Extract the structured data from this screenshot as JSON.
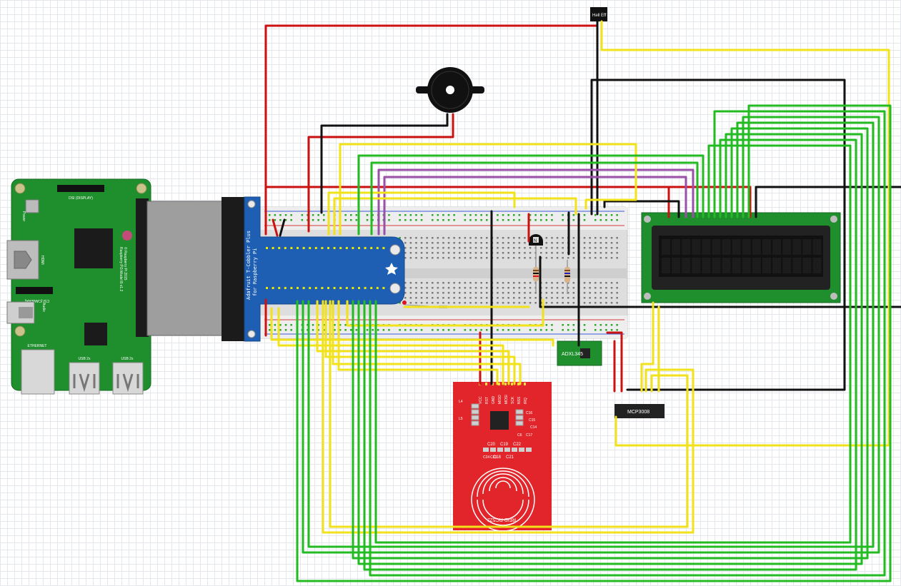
{
  "raspberry_pi": {
    "model": "Raspberry Pi3 Model B v1.2",
    "copyright": "© Raspberry Pi 2015",
    "dsi_label": "DSI (DISPLAY)",
    "csi_label": "CSI (CAMERA)",
    "hdmi_label": "HDMI",
    "power_label": "Power",
    "audio_label": "Audio",
    "ethernet_label": "ETHERNET",
    "usb1_label": "USB 2x",
    "usb2_label": "USB 2x"
  },
  "cobbler": {
    "line1": "Adafruit T-Cobbler Plus",
    "line2": "for Raspberry Pi"
  },
  "components": {
    "hall_sensor": "Hall Eff",
    "adxl": "ADXL345",
    "mcp": "MCP3008",
    "transistor": "N"
  },
  "rfid": {
    "name": "RFID RC522",
    "pins": [
      "VCC",
      "RST",
      "GND",
      "MISO",
      "MOSI",
      "SCK",
      "NSS",
      "IRQ"
    ],
    "caps_top": [
      "C20",
      "C19",
      "C22"
    ],
    "caps_bottom": [
      "C18",
      "C21"
    ],
    "misc": [
      "L4",
      "L5",
      "C6",
      "C17",
      "C16",
      "C15",
      "C14"
    ],
    "chip_marks": [
      "C24",
      "C23"
    ]
  },
  "colors": {
    "red": "#cc1111",
    "black": "#111111",
    "yellow": "#f2e21a",
    "green": "#22bb22",
    "purple": "#9a4fa8",
    "pcb_green": "#1f8f2e",
    "cobbler_blue": "#1f5fb3",
    "rfid_red": "#e2252a"
  }
}
